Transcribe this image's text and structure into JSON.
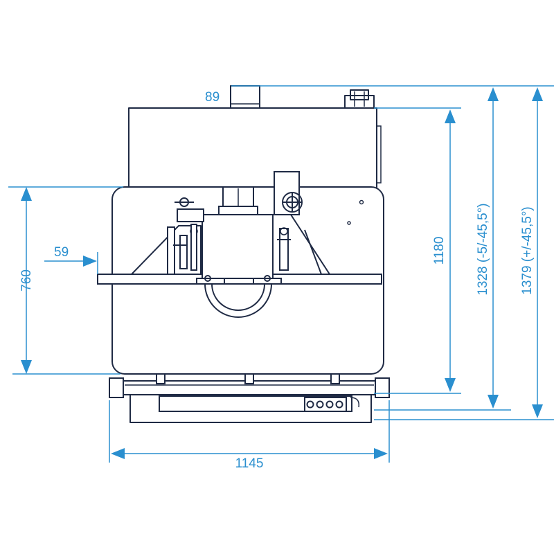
{
  "colors": {
    "dimension": "#2a8fcf",
    "machine_outline": "#1f2a44",
    "background": "#ffffff"
  },
  "dimensions": {
    "exhaust_port": "89",
    "table_height": "760",
    "table_overhang": "59",
    "body_height": "1180",
    "height_tilt_1": "1328 (-5/-45,5°)",
    "height_tilt_2": "1379 (+/-45,5°)",
    "overall_width": "1145"
  }
}
